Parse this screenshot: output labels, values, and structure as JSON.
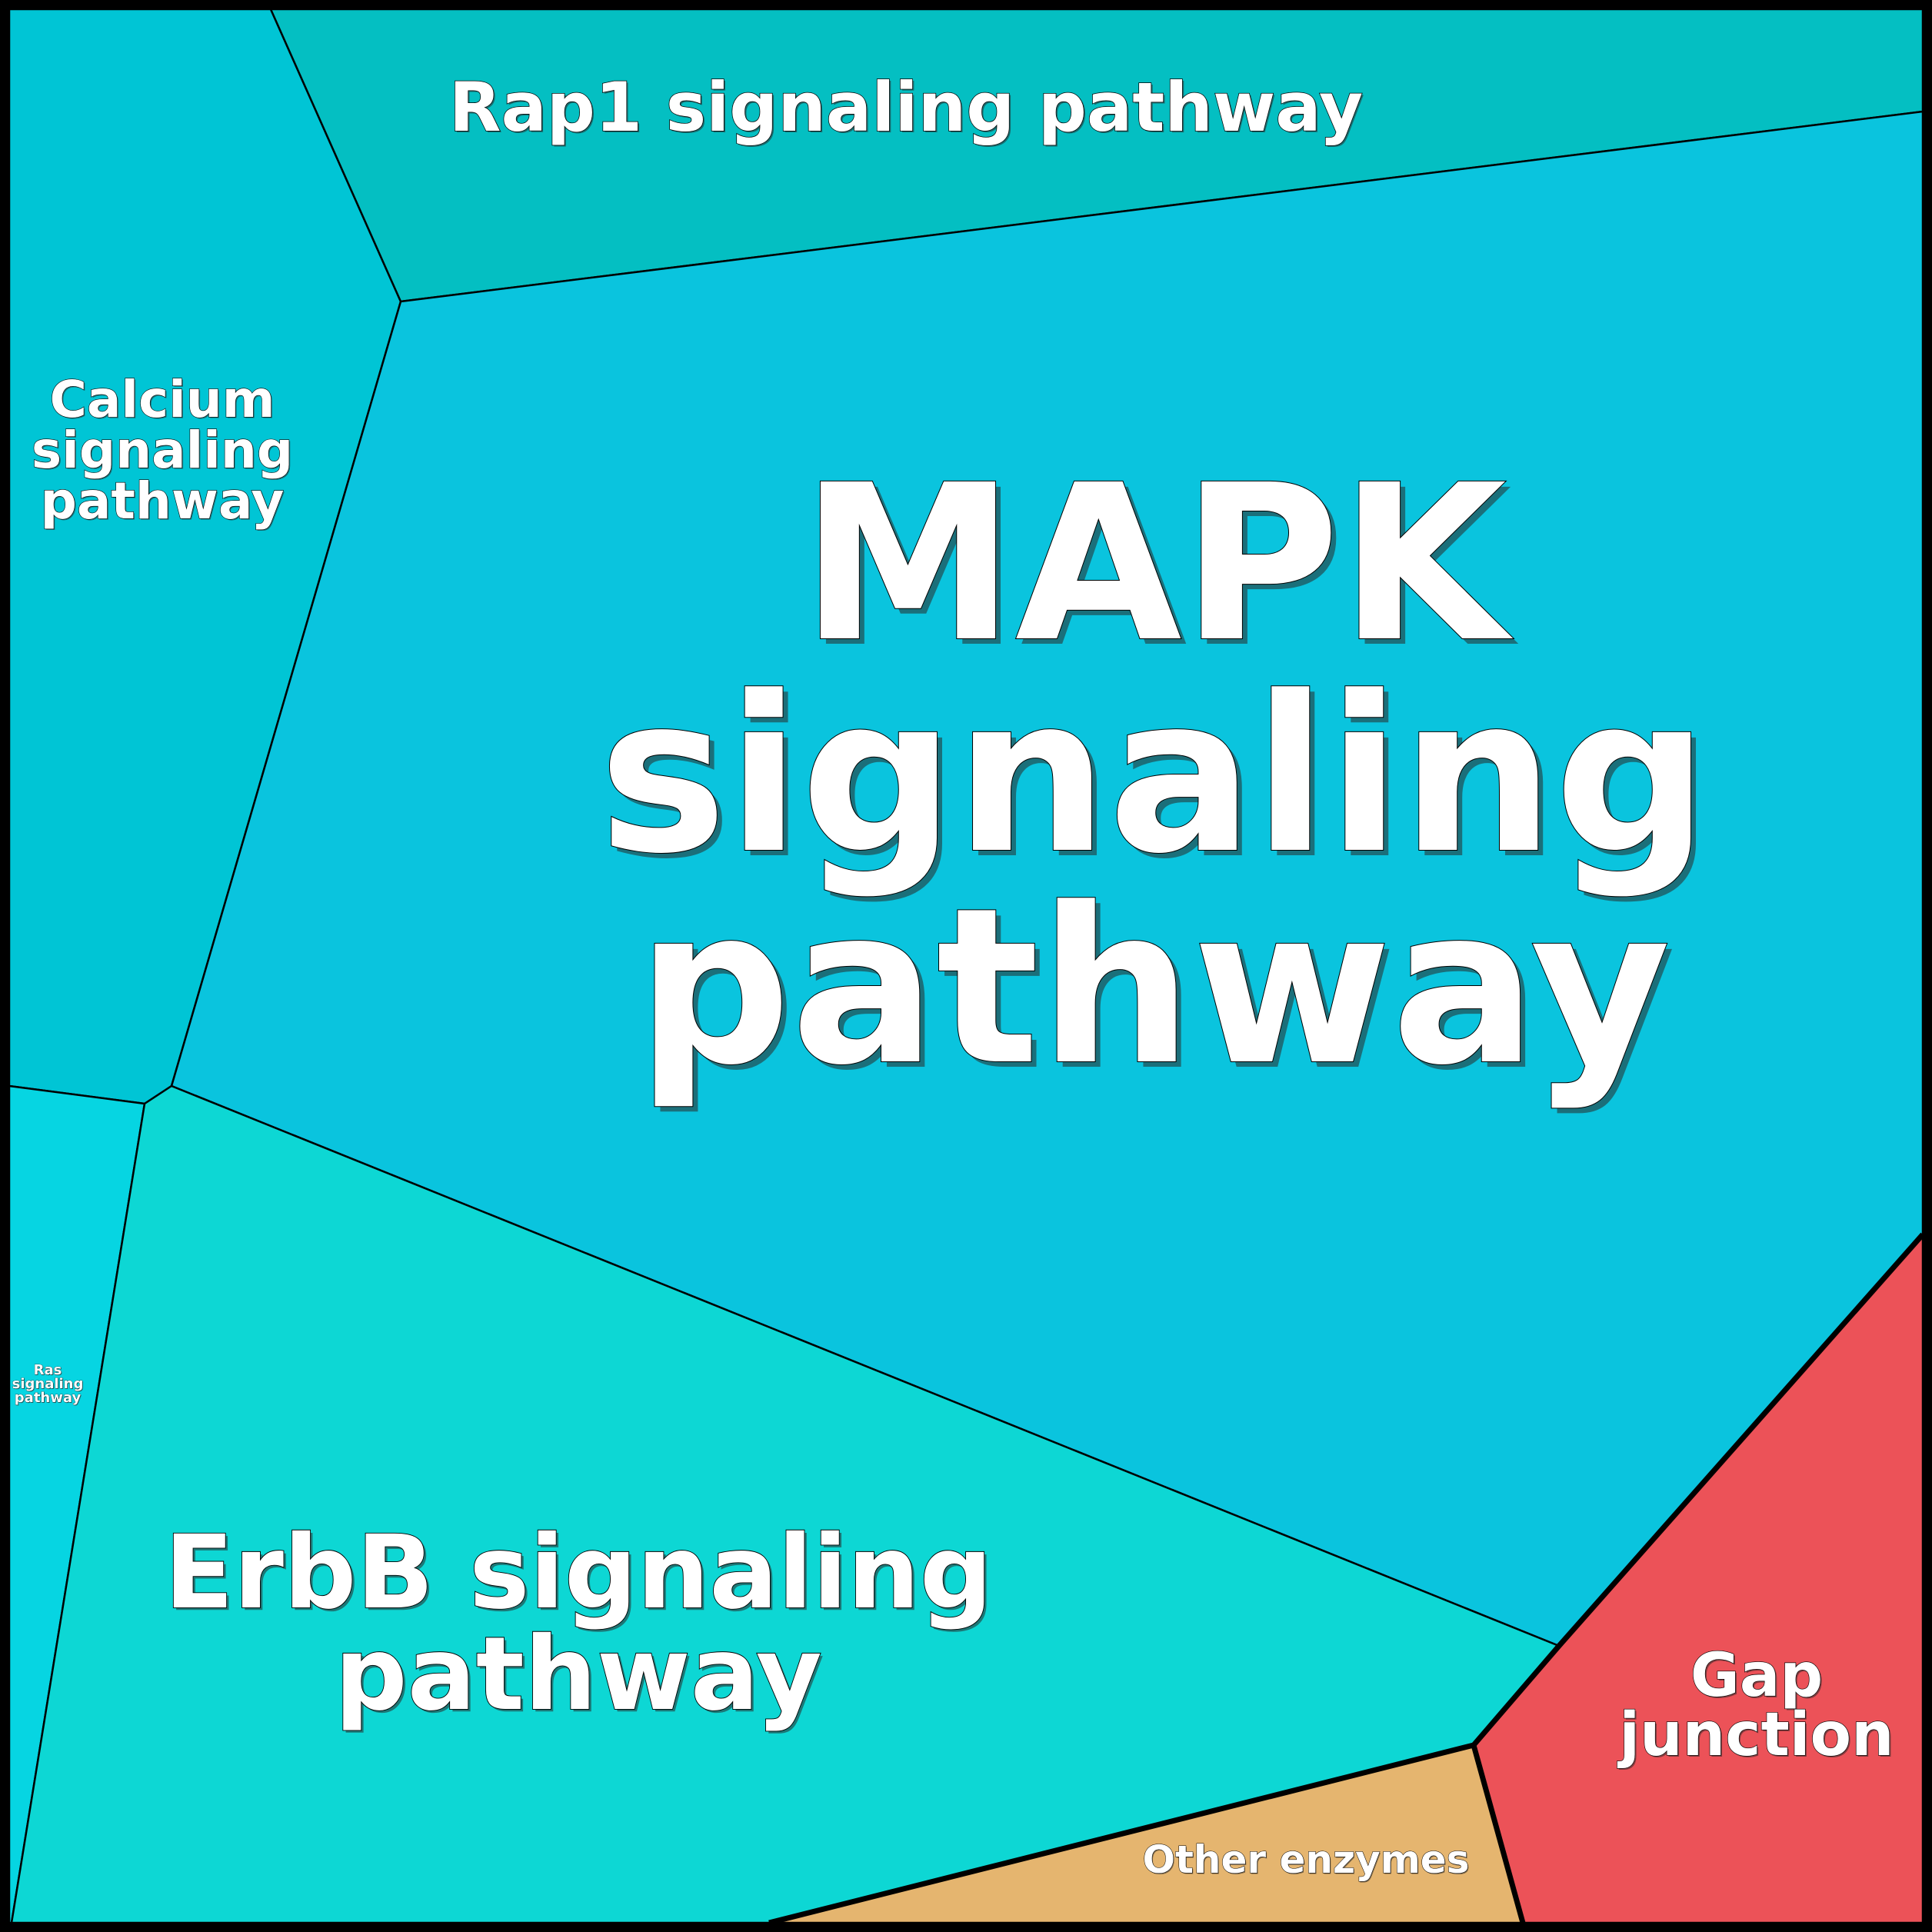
{
  "title": "Voronoi treemap of KEGG pathways",
  "colors": {
    "border": "#000000",
    "label_text": "#ffffff"
  },
  "cells": [
    {
      "id": "calcium",
      "label_lines": [
        "Calcium",
        "signaling",
        "pathway"
      ],
      "color": "#00C5D5",
      "group": "signal-transduction"
    },
    {
      "id": "rap1",
      "label_lines": [
        "Rap1 signaling pathway"
      ],
      "color": "#04BFC2",
      "group": "signal-transduction"
    },
    {
      "id": "mapk",
      "label_lines": [
        "MAPK",
        "signaling",
        "pathway"
      ],
      "color": "#0AC4DE",
      "group": "signal-transduction"
    },
    {
      "id": "ras",
      "label_lines": [
        "Ras",
        "signaling",
        "pathway"
      ],
      "color": "#06D5E2",
      "group": "signal-transduction"
    },
    {
      "id": "erbb",
      "label_lines": [
        "ErbB signaling",
        "pathway"
      ],
      "color": "#0DD7D4",
      "group": "signal-transduction"
    },
    {
      "id": "gap",
      "label_lines": [
        "Gap",
        "junction"
      ],
      "color": "#EC5258",
      "group": "cellular-community"
    },
    {
      "id": "other",
      "label_lines": [
        "Other enzymes"
      ],
      "color": "#E5B56F",
      "group": "enzymes"
    }
  ]
}
